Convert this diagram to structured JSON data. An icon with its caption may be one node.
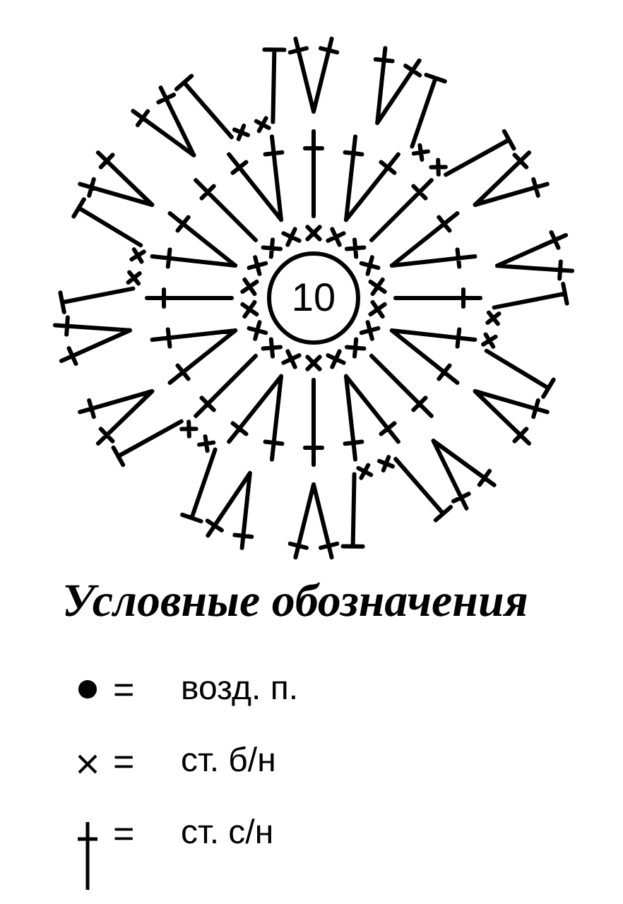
{
  "diagram": {
    "nodes": [
      {
        "text": [
          "10"
        ]
      }
    ],
    "labels": [
      "Условные обозначения",
      "=",
      "=",
      "="
    ],
    "legend": [
      {
        "text": "возд. п."
      },
      {
        "text": "ст. б/н"
      },
      {
        "text": "ст. с/н"
      }
    ]
  }
}
